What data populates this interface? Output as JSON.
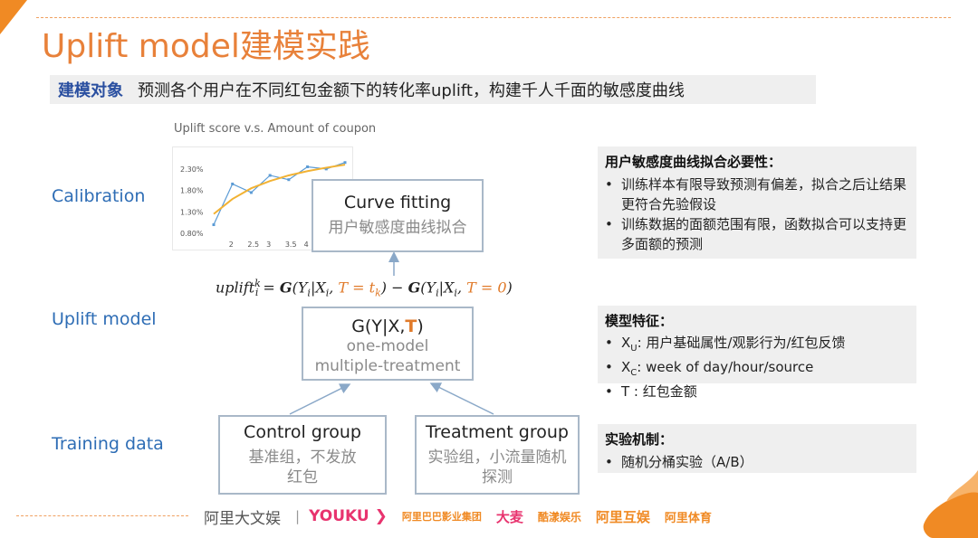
{
  "slide": {
    "title": "Uplift model建模实践"
  },
  "objective": {
    "label": "建模对象",
    "text": "预测各个用户在不同红包金额下的转化率uplift，构建千人千面的敏感度曲线"
  },
  "rows": {
    "calibration": "Calibration",
    "uplift_model": "Uplift model",
    "training_data": "Training data"
  },
  "chart_data": {
    "type": "line",
    "title": "Uplift score v.s. Amount of coupon",
    "x": [
      1.5,
      2,
      2.5,
      3,
      3.5,
      4,
      4.5,
      5
    ],
    "x_ticks": [
      "2",
      "2.5",
      "3",
      "3.5",
      "4"
    ],
    "y_ticks": [
      "2.30%",
      "1.80%",
      "1.30%",
      "0.80%"
    ],
    "ylim": [
      0.8,
      2.55
    ],
    "series": [
      {
        "values": [
          1.0,
          1.95,
          1.75,
          2.15,
          2.05,
          2.35,
          2.3,
          2.45
        ],
        "color": "#5b9bd5"
      },
      {
        "values": [
          1.25,
          1.6,
          1.85,
          2.02,
          2.15,
          2.25,
          2.33,
          2.4
        ],
        "color": "#f2b233"
      }
    ]
  },
  "boxes": {
    "curve": {
      "main": "Curve fitting",
      "sub": "用户敏感度曲线拟合"
    },
    "model": {
      "main_prefix": "G(Y|X,",
      "main_t": "T",
      "main_suffix": ")",
      "sub1": "one-model",
      "sub2": "multiple-treatment"
    },
    "control": {
      "main": "Control group",
      "sub1": "基准组，不发放",
      "sub2": "红包"
    },
    "treatment": {
      "main": "Treatment group",
      "sub1": "实验组，小流量随机",
      "sub2": "探测"
    }
  },
  "formula": {
    "lhs": "uplift",
    "sup": "k",
    "sub": "i",
    "eq": " = ",
    "g": "G",
    "args1": "(Y",
    "args1b": "|X",
    "args1c": ", ",
    "t1": "T = t",
    "tk": "k",
    "close1": ") − ",
    "args2": "(Y",
    "args2b": "|X",
    "args2c": ", ",
    "t2": "T = 0",
    "close2": ")",
    "i": "i",
    "xi": "i"
  },
  "notes": {
    "necessity": {
      "title": "用户敏感度曲线拟合必要性：",
      "items": [
        "训练样本有限导致预测有偏差，拟合之后让结果更符合先验假设",
        "训练数据的面额范围有限，函数拟合可以支持更多面额的预测"
      ]
    },
    "features": {
      "title": "模型特征：",
      "xu_label": "X",
      "xu_sub": "U",
      "xu_text": ": 用户基础属性/观影行为/红包反馈",
      "xc_label": "X",
      "xc_sub": "C",
      "xc_text": ": week of day/hour/source",
      "t_text": "T : 红包金额"
    },
    "mechanism": {
      "title": "实验机制：",
      "items": [
        "随机分桶实验（A/B）"
      ]
    },
    "bullet": "•"
  },
  "footer": {
    "logos": [
      "阿里大文娱",
      "|",
      "YOUKU ❯",
      "阿里巴巴影业集团",
      "大麦",
      "酷漾娱乐",
      "阿里互娱",
      "阿里体育"
    ]
  },
  "colors": {
    "accent": "#e8813a",
    "blue_label": "#2e6db5",
    "box_border": "#a9b8c8"
  }
}
